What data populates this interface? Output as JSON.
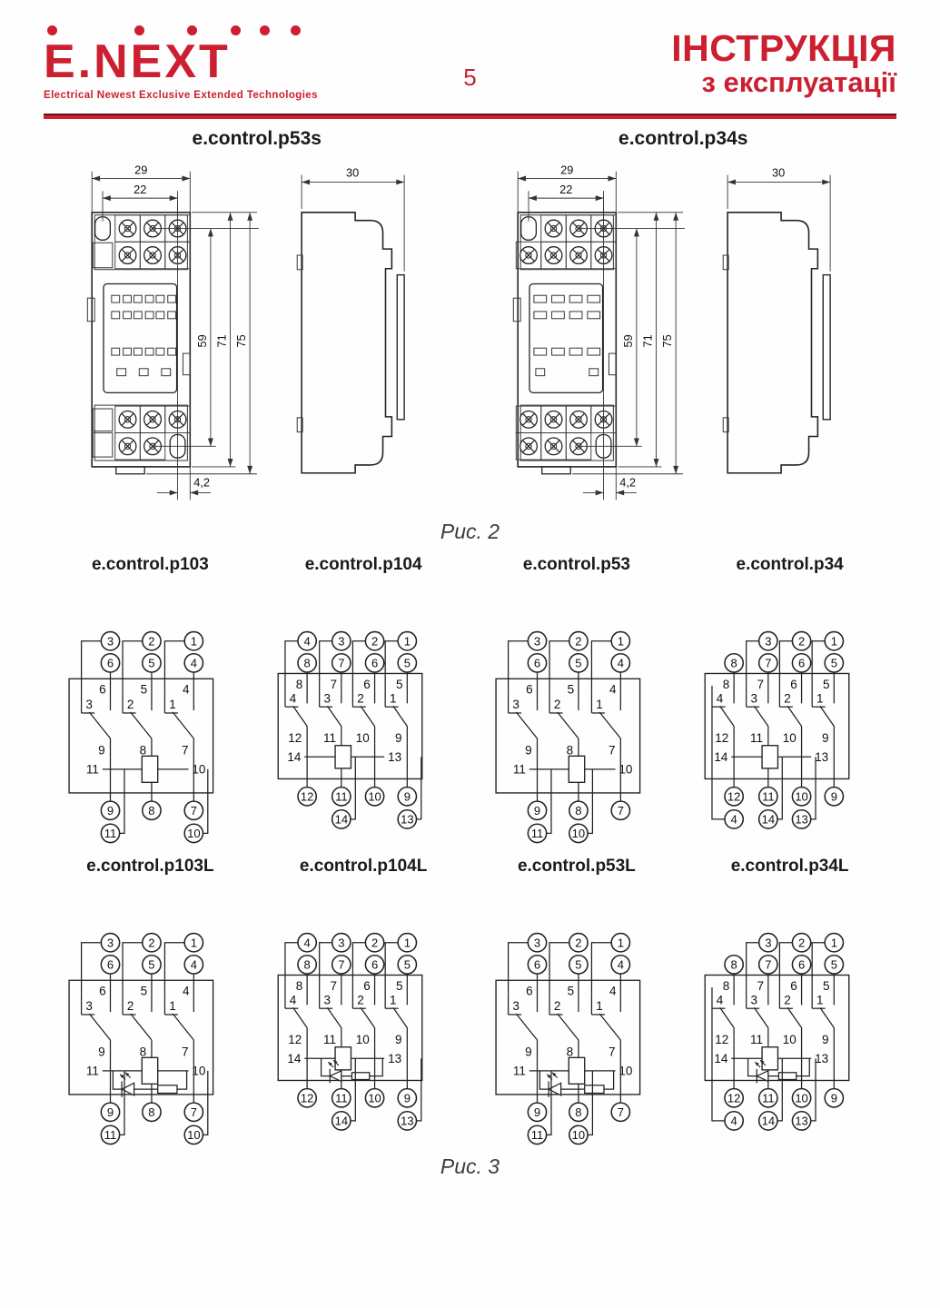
{
  "accent_color": "#cc1f30",
  "header": {
    "logo_text": "E.NEXT",
    "logo_tagline": "Electrical Newest Exclusive Extended Technologies",
    "page_number": "5",
    "title_line1": "ІНСТРУКЦІЯ",
    "title_line2": "з експлуатації"
  },
  "fig2": {
    "caption": "Рис. 2",
    "sockets": [
      {
        "title": "e.control.p53s",
        "columns": 3,
        "dims": {
          "outer_width": "29",
          "inner_width": "22",
          "depth": "30",
          "pin_span": "59",
          "body_height": "71",
          "total_height": "75",
          "offset": "4,2"
        }
      },
      {
        "title": "e.control.p34s",
        "columns": 4,
        "dims": {
          "outer_width": "29",
          "inner_width": "22",
          "depth": "30",
          "pin_span": "59",
          "body_height": "71",
          "total_height": "75",
          "offset": "4,2"
        }
      }
    ]
  },
  "fig3": {
    "caption": "Рис. 3",
    "relays": [
      {
        "title": "e.control.p103",
        "poles": 3,
        "led": false,
        "top_row1": [
          {
            "label": "3",
            "col": 0
          },
          {
            "label": "2",
            "col": 1
          },
          {
            "label": "1",
            "col": 2
          }
        ],
        "top_row2": [
          "6",
          "5",
          "4"
        ],
        "commons": [
          "3",
          "2",
          "1"
        ],
        "contacts": [
          "6",
          "5",
          "4"
        ],
        "lowers": [
          "9",
          "8",
          "7"
        ],
        "coil": [
          "11",
          "10"
        ],
        "bottom_row1": [
          "9",
          "8",
          "7"
        ],
        "bottom_row2": [
          {
            "label": "11",
            "col": 0,
            "side": "right"
          },
          {
            "label": "10",
            "col": 2,
            "side": "right"
          }
        ]
      },
      {
        "title": "e.control.p104",
        "poles": 4,
        "led": false,
        "top_row1": [
          {
            "label": "4",
            "col": 0
          },
          {
            "label": "3",
            "col": 1
          },
          {
            "label": "2",
            "col": 2
          },
          {
            "label": "1",
            "col": 3
          }
        ],
        "top_row2": [
          "8",
          "7",
          "6",
          "5"
        ],
        "commons": [
          "4",
          "3",
          "2",
          "1"
        ],
        "contacts": [
          "8",
          "7",
          "6",
          "5"
        ],
        "lowers": [
          "12",
          "11",
          "10",
          "9"
        ],
        "coil": [
          "14",
          "13"
        ],
        "bottom_row1": [
          "12",
          "11",
          "10",
          "9"
        ],
        "bottom_row2": [
          {
            "label": "14",
            "col": 1,
            "side": "right"
          },
          {
            "label": "13",
            "col": 3,
            "side": "right"
          }
        ]
      },
      {
        "title": "e.control.p53",
        "poles": 3,
        "led": false,
        "top_row1": [
          {
            "label": "3",
            "col": 0
          },
          {
            "label": "2",
            "col": 1
          },
          {
            "label": "1",
            "col": 2
          }
        ],
        "top_row2": [
          "6",
          "5",
          "4"
        ],
        "commons": [
          "3",
          "2",
          "1"
        ],
        "contacts": [
          "6",
          "5",
          "4"
        ],
        "lowers": [
          "9",
          "8",
          "7"
        ],
        "coil": [
          "11",
          "10"
        ],
        "bottom_row1": [
          "9",
          "8",
          "7"
        ],
        "bottom_row2": [
          {
            "label": "11",
            "col": 0,
            "side": "right"
          },
          {
            "label": "10",
            "col": 1,
            "side": "right"
          }
        ]
      },
      {
        "title": "e.control.p34",
        "poles": 4,
        "led": false,
        "top_row1": [
          {
            "label": "3",
            "col": 1
          },
          {
            "label": "2",
            "col": 2
          },
          {
            "label": "1",
            "col": 3
          }
        ],
        "top_row2": [
          "8",
          "7",
          "6",
          "5"
        ],
        "commons": [
          "4",
          "3",
          "2",
          "1"
        ],
        "contacts": [
          "8",
          "7",
          "6",
          "5"
        ],
        "lowers": [
          "12",
          "11",
          "10",
          "9"
        ],
        "coil": [
          "14",
          "13"
        ],
        "bottom_row1": [
          "12",
          "11",
          "10",
          "9"
        ],
        "bottom_row2": [
          {
            "label": "4",
            "col": 0,
            "side": "left"
          },
          {
            "label": "14",
            "col": 1,
            "side": "right"
          },
          {
            "label": "13",
            "col": 2,
            "side": "right"
          }
        ]
      },
      {
        "title": "e.control.p103L",
        "poles": 3,
        "led": true,
        "top_row1": [
          {
            "label": "3",
            "col": 0
          },
          {
            "label": "2",
            "col": 1
          },
          {
            "label": "1",
            "col": 2
          }
        ],
        "top_row2": [
          "6",
          "5",
          "4"
        ],
        "commons": [
          "3",
          "2",
          "1"
        ],
        "contacts": [
          "6",
          "5",
          "4"
        ],
        "lowers": [
          "9",
          "8",
          "7"
        ],
        "coil": [
          "11",
          "10"
        ],
        "bottom_row1": [
          "9",
          "8",
          "7"
        ],
        "bottom_row2": [
          {
            "label": "11",
            "col": 0,
            "side": "right"
          },
          {
            "label": "10",
            "col": 2,
            "side": "right"
          }
        ]
      },
      {
        "title": "e.control.p104L",
        "poles": 4,
        "led": true,
        "top_row1": [
          {
            "label": "4",
            "col": 0
          },
          {
            "label": "3",
            "col": 1
          },
          {
            "label": "2",
            "col": 2
          },
          {
            "label": "1",
            "col": 3
          }
        ],
        "top_row2": [
          "8",
          "7",
          "6",
          "5"
        ],
        "commons": [
          "4",
          "3",
          "2",
          "1"
        ],
        "contacts": [
          "8",
          "7",
          "6",
          "5"
        ],
        "lowers": [
          "12",
          "11",
          "10",
          "9"
        ],
        "coil": [
          "14",
          "13"
        ],
        "bottom_row1": [
          "12",
          "11",
          "10",
          "9"
        ],
        "bottom_row2": [
          {
            "label": "14",
            "col": 1,
            "side": "right"
          },
          {
            "label": "13",
            "col": 3,
            "side": "right"
          }
        ]
      },
      {
        "title": "e.control.p53L",
        "poles": 3,
        "led": true,
        "top_row1": [
          {
            "label": "3",
            "col": 0
          },
          {
            "label": "2",
            "col": 1
          },
          {
            "label": "1",
            "col": 2
          }
        ],
        "top_row2": [
          "6",
          "5",
          "4"
        ],
        "commons": [
          "3",
          "2",
          "1"
        ],
        "contacts": [
          "6",
          "5",
          "4"
        ],
        "lowers": [
          "9",
          "8",
          "7"
        ],
        "coil": [
          "11",
          "10"
        ],
        "bottom_row1": [
          "9",
          "8",
          "7"
        ],
        "bottom_row2": [
          {
            "label": "11",
            "col": 0,
            "side": "right"
          },
          {
            "label": "10",
            "col": 1,
            "side": "right"
          }
        ]
      },
      {
        "title": "e.control.p34L",
        "poles": 4,
        "led": true,
        "top_row1": [
          {
            "label": "3",
            "col": 1
          },
          {
            "label": "2",
            "col": 2
          },
          {
            "label": "1",
            "col": 3
          }
        ],
        "top_row2": [
          "8",
          "7",
          "6",
          "5"
        ],
        "commons": [
          "4",
          "3",
          "2",
          "1"
        ],
        "contacts": [
          "8",
          "7",
          "6",
          "5"
        ],
        "lowers": [
          "12",
          "11",
          "10",
          "9"
        ],
        "coil": [
          "14",
          "13"
        ],
        "bottom_row1": [
          "12",
          "11",
          "10",
          "9"
        ],
        "bottom_row2": [
          {
            "label": "4",
            "col": 0,
            "side": "left"
          },
          {
            "label": "14",
            "col": 1,
            "side": "right"
          },
          {
            "label": "13",
            "col": 2,
            "side": "right"
          }
        ]
      }
    ]
  }
}
